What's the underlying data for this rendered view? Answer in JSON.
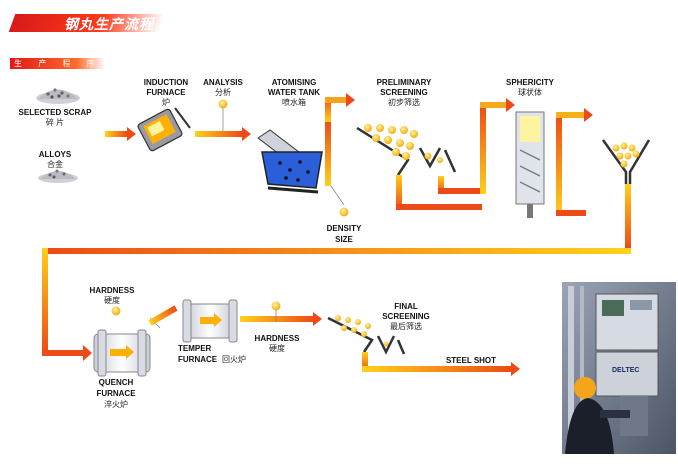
{
  "header": {
    "title": "钢丸生产流程",
    "subtitle": "生 产 程 序"
  },
  "inputs": {
    "scrap": {
      "label": "SELECTED SCRAP",
      "cn": "碎 片"
    },
    "alloys": {
      "label": "ALLOYS",
      "cn": "合金"
    }
  },
  "steps": {
    "induction": {
      "label_line1": "INDUCTION",
      "label_line2": "FURNACE",
      "cn": "炉"
    },
    "analysis": {
      "label": "ANALYSIS",
      "cn": "分析"
    },
    "atomising": {
      "label_line1": "ATOMISING",
      "label_line2": "WATER TANK",
      "cn": "喷水箱"
    },
    "preliminary": {
      "label_line1": "PRELIMINARY",
      "label_line2": "SCREENING",
      "cn": "初步筛选"
    },
    "sphericity": {
      "label": "SPHERICITY",
      "cn": "球状体"
    },
    "density": {
      "label_line1": "DENSITY",
      "label_line2": "SIZE"
    },
    "hardness1": {
      "label": "HARDNESS",
      "cn": "硬度"
    },
    "quench": {
      "label_line1": "QUENCH",
      "label_line2": "FURNACE",
      "cn": "淬火炉"
    },
    "temper": {
      "label_line1": "TEMPER",
      "label_line2": "FURNACE",
      "cn": "回火炉"
    },
    "hardness2": {
      "label": "HARDNESS",
      "cn": "硬度"
    },
    "final": {
      "label_line1": "FINAL",
      "label_line2": "SCREENING",
      "cn": "最后筛选"
    },
    "steel_shot": {
      "label": "STEEL SHOT"
    }
  },
  "photo": {
    "brand_text": "DELTEC"
  },
  "colors": {
    "flow_start": "#ffd21a",
    "flow_end": "#e8351a",
    "accent_red": "#d71a1a",
    "shot_yellow": "#ffcc00"
  }
}
